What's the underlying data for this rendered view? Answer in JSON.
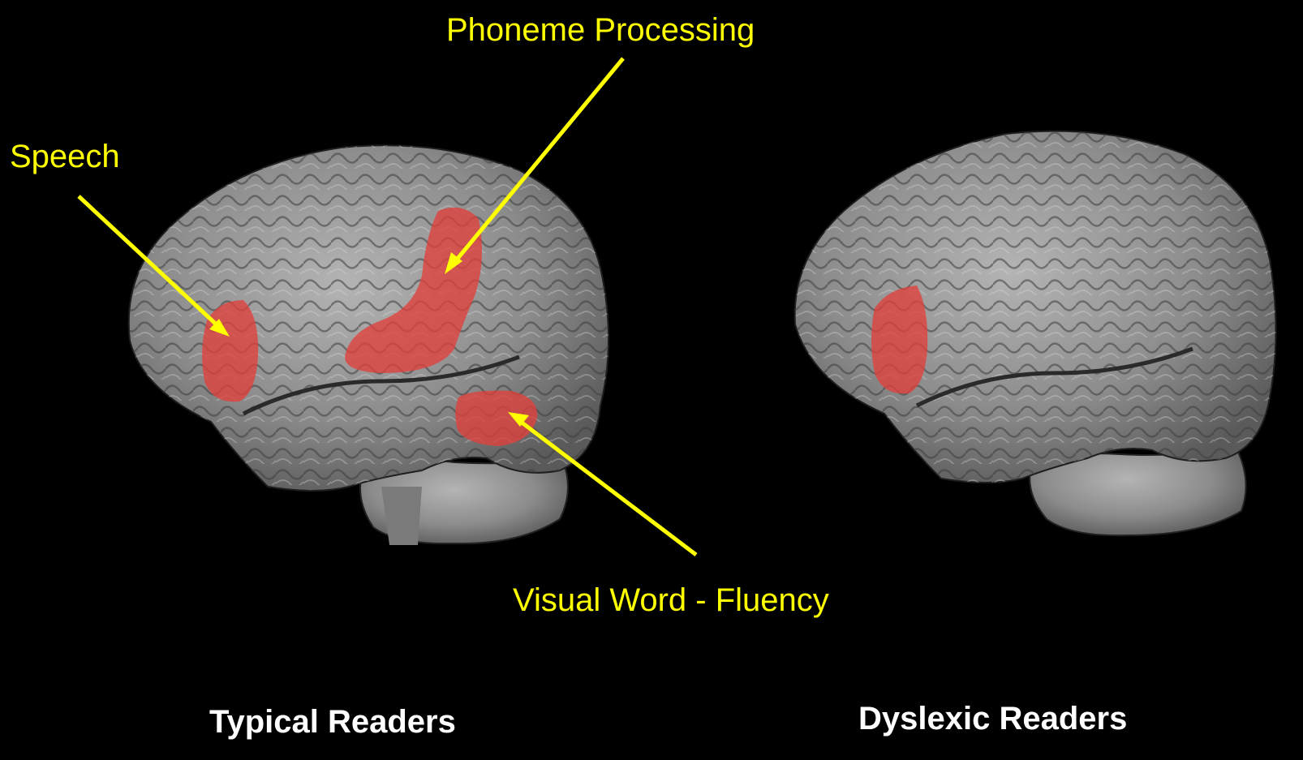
{
  "annotations": {
    "phoneme": "Phoneme Processing",
    "speech": "Speech",
    "visual_word": "Visual Word - Fluency"
  },
  "captions": {
    "left": "Typical Readers",
    "right": "Dyslexic Readers"
  },
  "colors": {
    "background": "#000000",
    "annotation": "#ffff00",
    "caption": "#ffffff",
    "activation": "#e0403c",
    "brain": "#8a8a8a"
  }
}
